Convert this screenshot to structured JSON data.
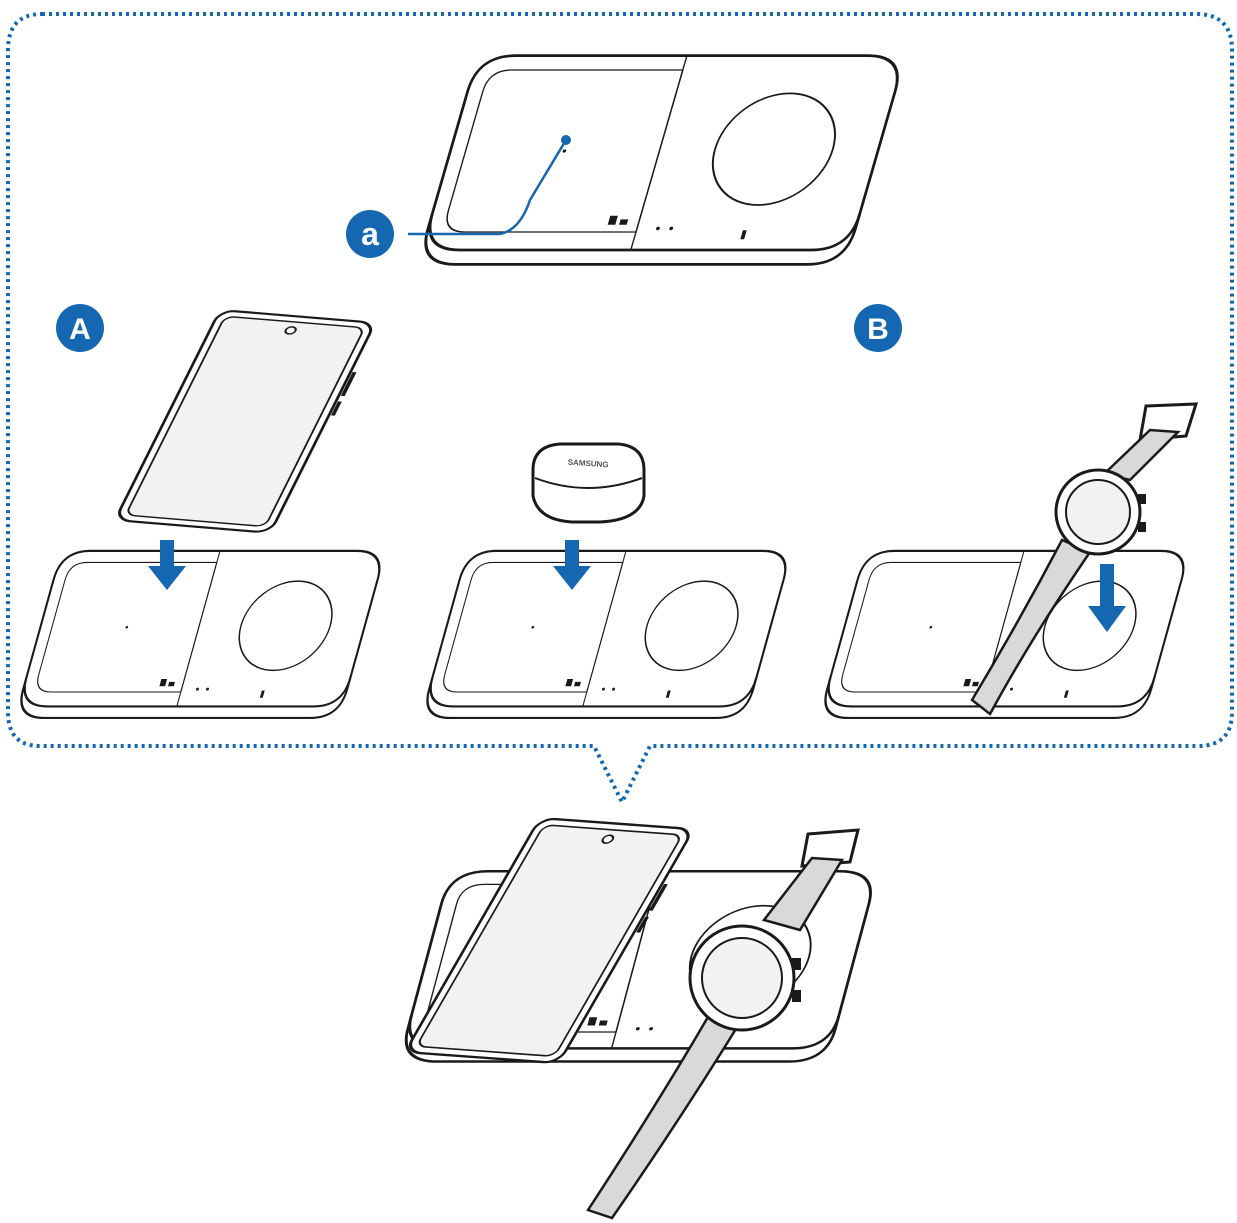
{
  "diagram": {
    "colors": {
      "accent": "#1467b0",
      "outline": "#1a1a1a",
      "body": "#ffffff",
      "screen": "#f2f2f2",
      "strap": "#d9d9d9"
    },
    "callouts": {
      "a": "a",
      "A": "A",
      "B": "B"
    },
    "earbuds_case": {
      "brand": "SAMSUNG"
    },
    "steps": [
      {
        "callout": "A",
        "device": "phone",
        "target_zone": "left"
      },
      {
        "callout": "",
        "device": "earbuds-case",
        "target_zone": "left"
      },
      {
        "callout": "B",
        "device": "watch",
        "target_zone": "right"
      }
    ]
  }
}
